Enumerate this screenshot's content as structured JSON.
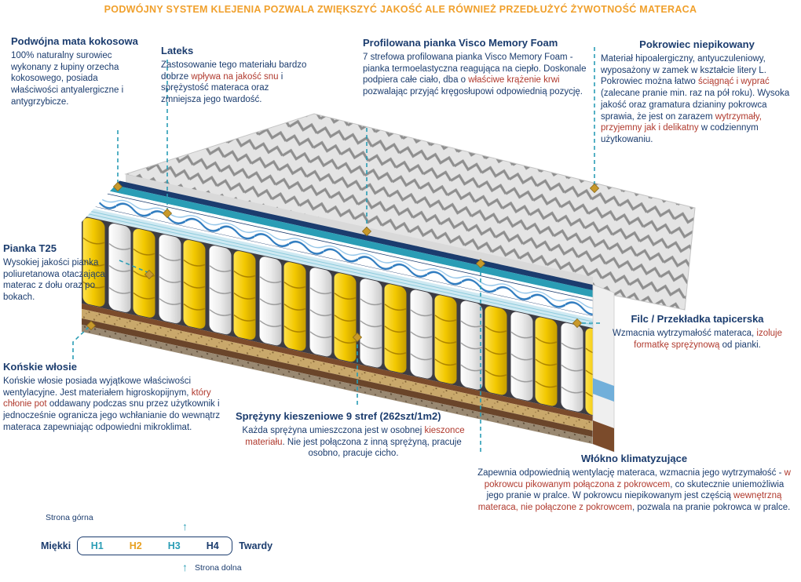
{
  "header": {
    "title": "PODWÓJNY SYSTEM KLEJENIA POZWALA ZWIĘKSZYĆ JAKOŚĆ ALE RÓWNIEŻ PRZEDŁUŻYĆ ŻYWOTNOŚĆ MATERACA"
  },
  "callouts": {
    "podwojna": {
      "title": "Podwójna mata kokosowa",
      "desc": [
        {
          "t": "100% naturalny surowiec wykonany z łupiny orzecha kokosowego, posiada właściwości antyalergiczne i antygrzybicze."
        }
      ]
    },
    "lateks": {
      "title": "Lateks",
      "desc": [
        {
          "t": "Zastosowanie tego materiału bardzo dobrze "
        },
        {
          "t": "wpływa na jakość snu",
          "c": "red"
        },
        {
          "t": " i sprężystość materaca oraz zmniejsza jego twardość."
        }
      ]
    },
    "visco": {
      "title": "Profilowana pianka Visco Memory Foam",
      "desc": [
        {
          "t": "7 strefowa profilowana pianka Visco Memory Foam - pianka termoelastyczna reagująca na ciepło. Doskonale podpiera całe ciało, dba o "
        },
        {
          "t": "właściwe krążenie krwi",
          "c": "red"
        },
        {
          "t": " pozwalając przyjąć kręgosłupowi odpowiednią pozycję."
        }
      ]
    },
    "pokrowiec": {
      "title": "Pokrowiec niepikowany",
      "desc": [
        {
          "t": "Materiał hipoalergiczny, antyuczuleniowy, wyposażony w zamek w kształcie litery L. Pokrowiec można łatwo "
        },
        {
          "t": "ściągnąć i wyprać",
          "c": "red"
        },
        {
          "t": " (zalecane pranie min. raz na pół roku). Wysoka jakość oraz gramatura dzianiny pokrowca sprawia, że jest on zarazem "
        },
        {
          "t": "wytrzymały, przyjemny jak i delikatny",
          "c": "red"
        },
        {
          "t": " w codziennym użytkowaniu."
        }
      ]
    },
    "pianka": {
      "title": "Pianka T25",
      "desc": [
        {
          "t": "Wysokiej jakości pianka poliuretanowa otaczająca materac z dołu oraz po bokach."
        }
      ]
    },
    "konskie": {
      "title": "Końskie włosie",
      "desc": [
        {
          "t": "Końskie włosie posiada wyjątkowe właściwości wentylacyjne. Jest materiałem higroskopijnym, "
        },
        {
          "t": "który chłonie pot",
          "c": "red"
        },
        {
          "t": " oddawany podczas snu przez użytkownik i jednocześnie ogranicza jego wchłanianie do wewnątrz materaca zapewniając odpowiedni mikroklimat."
        }
      ]
    },
    "sprezyny": {
      "title": "Sprężyny kieszeniowe 9 stref (262szt/1m2)",
      "desc": [
        {
          "t": "Każda sprężyna umieszczona jest w osobnej "
        },
        {
          "t": "kieszonce materiału",
          "c": "red"
        },
        {
          "t": ". Nie jest połączona z inną sprężyną, pracuje osobno, pracuje cicho."
        }
      ]
    },
    "filc": {
      "title": "Filc / Przekładka tapicerska",
      "desc": [
        {
          "t": "Wzmacnia wytrzymałość materaca, "
        },
        {
          "t": "izoluje formatkę sprężynową",
          "c": "red"
        },
        {
          "t": " od pianki."
        }
      ]
    },
    "wlokno": {
      "title": "Włókno klimatyzujące",
      "desc": [
        {
          "t": "Zapewnia odpowiednią wentylację materaca, wzmacnia jego wytrzymałość - "
        },
        {
          "t": "w pokrowcu pikowanym połączona z pokrowcem",
          "c": "red"
        },
        {
          "t": ", co skutecznie uniemożliwia jego pranie w pralce. W pokrowcu niepikowanym jest częścią "
        },
        {
          "t": "wewnętrzną materaca, nie połączone z pokrowcem",
          "c": "red"
        },
        {
          "t": ", pozwala na pranie pokrowca w pralce."
        }
      ]
    }
  },
  "scale": {
    "top_side": "Strona górna",
    "bottom_side": "Strona dolna",
    "soft": "Miękki",
    "hard": "Twardy",
    "levels": [
      {
        "label": "H1",
        "color": "#2a9db5"
      },
      {
        "label": "H2",
        "color": "#e8a020"
      },
      {
        "label": "H3",
        "color": "#2a9db5"
      },
      {
        "label": "H4",
        "color": "#1b3c6e"
      }
    ]
  },
  "icons": {
    "up_arrow": "↑"
  },
  "colors": {
    "title_orange": "#f0a02c",
    "heading_navy": "#1b3c6e",
    "accent_teal": "#2a9db5",
    "highlight_red": "#b03a2e",
    "spring_yellow": "#f2c800",
    "marker_gold": "#c8992b"
  }
}
